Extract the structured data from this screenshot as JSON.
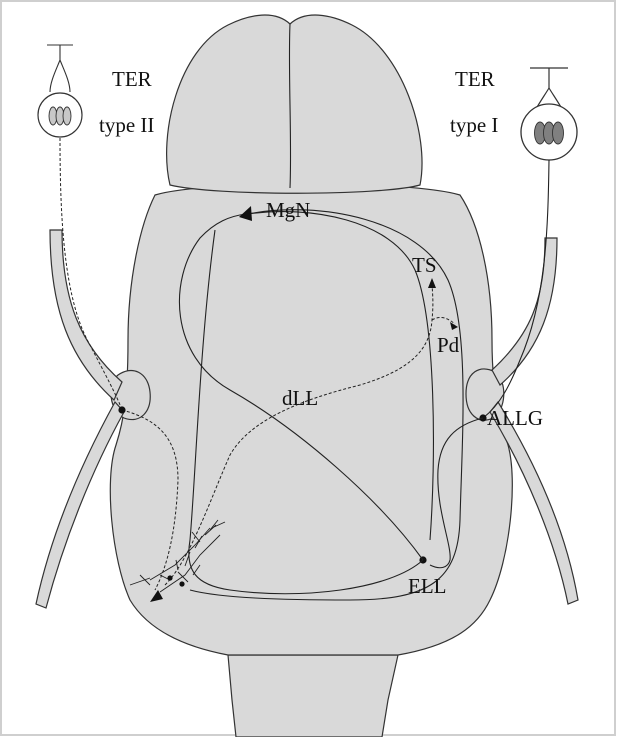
{
  "labels": {
    "ter_type2_line1": "TER",
    "ter_type2_line2": "type II",
    "ter_type1_line1": "TER",
    "ter_type1_line2": "type I",
    "mgn": "MgN",
    "ts": "TS",
    "pd": "Pd",
    "dll": "dLL",
    "allg": "ALLG",
    "ell": "ELL"
  },
  "colors": {
    "tissue": "#d9d9d9",
    "outline": "#333333",
    "receptor_type1": "#808080",
    "receptor_type2": "#c8c8c8"
  }
}
